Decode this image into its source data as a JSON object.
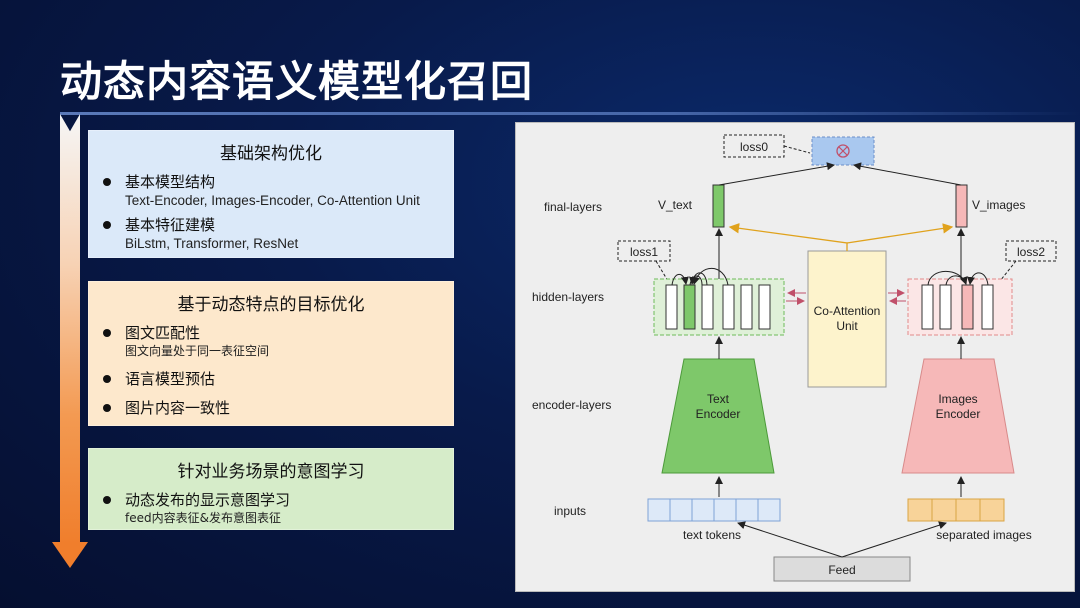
{
  "slide": {
    "title": "动态内容语义模型化召回"
  },
  "sections": [
    {
      "heading": "基础架构优化",
      "items": [
        {
          "main": "基本模型结构",
          "sub": "Text-Encoder, Images-Encoder, Co-Attention Unit"
        },
        {
          "main": "基本特征建模",
          "sub": "BiLstm, Transformer, ResNet"
        }
      ]
    },
    {
      "heading": "基于动态特点的目标优化",
      "items": [
        {
          "main": "图文匹配性",
          "sub": "图文向量处于同一表征空间"
        },
        {
          "main": "语言模型预估"
        },
        {
          "main": "图片内容一致性"
        }
      ]
    },
    {
      "heading": "针对业务场景的意图学习",
      "items": [
        {
          "main": "动态发布的显示意图学习",
          "sub": "feed内容表征&发布意图表征"
        }
      ]
    }
  ],
  "diagram": {
    "layer_labels": {
      "final": "final-layers",
      "hidden": "hidden-layers",
      "encoder": "encoder-layers",
      "inputs": "inputs"
    },
    "loss0": "loss0",
    "loss1": "loss1",
    "loss2": "loss2",
    "v_text": "V_text",
    "v_images": "V_images",
    "co_attention": [
      "Co-Attention",
      "Unit"
    ],
    "text_encoder": [
      "Text",
      "Encoder"
    ],
    "images_encoder": [
      "Images",
      "Encoder"
    ],
    "text_tokens": "text tokens",
    "separated_images": "separated images",
    "feed": "Feed",
    "multiply_symbol": "⊗",
    "colors": {
      "green": "#7ec86a",
      "pink": "#f6b8b8",
      "yellow": "#fdf3cc",
      "blue_token": "#dde9f8",
      "orange_token": "#f8d399",
      "arrow_gold": "#e0a21c",
      "arrow_red": "#c0506a"
    }
  }
}
